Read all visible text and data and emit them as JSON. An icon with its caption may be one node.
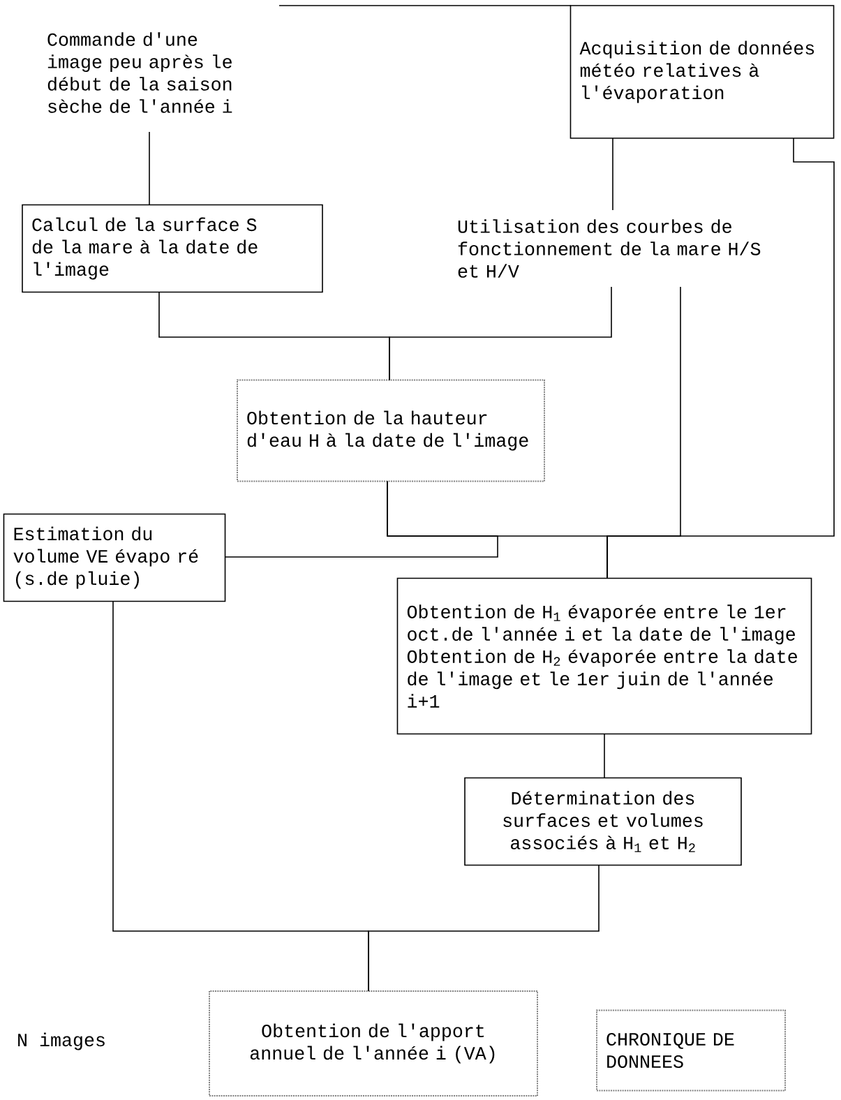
{
  "diagram": {
    "nodes": [
      {
        "text": [
          "Commande d'une image peu après le début de la saison sèche de l'année i"
        ]
      },
      {
        "text": [
          "Acquisition de données météo relatives à l'évaporation"
        ]
      },
      {
        "text": [
          "Calcul de la surface S de la mare à la date de l'image"
        ]
      },
      {
        "text": [
          "Utilisation des courbes de fonctionnement de la mare H/S et H/V"
        ]
      },
      {
        "text": [
          "Obtention de la hauteur d'eau H à la date de l'image"
        ]
      },
      {
        "text": [
          "Estimation du volume VE évapo ré (s.de pluie)"
        ]
      },
      {
        "text": [
          "Obtention de H$_{1}$ évaporée entre le 1er oct.de l'année i et la date de l'image",
          "Obtention de H$_{2}$ évaporée entre la date de l'image et le 1er juin de l'année i+1"
        ]
      },
      {
        "text": [
          "Détermination des surfaces et volumes associés à H$_{1}$ et H$_{2}$"
        ]
      },
      {
        "text": [
          "Obtention de l'apport annuel de l'année i (VA)"
        ]
      },
      {
        "text": [
          "CHRONIQUE DE DONNEES"
        ]
      }
    ],
    "edges": [
      {
        "from": 0,
        "to": 2,
        "arrow": "none"
      },
      {
        "from": 1,
        "to": 3,
        "arrow": "none"
      },
      {
        "from": 2,
        "to": 4,
        "arrow": "none"
      },
      {
        "from": 3,
        "to": 4,
        "arrow": "none"
      },
      {
        "from": 4,
        "to": 5,
        "arrow": "none"
      },
      {
        "from": 4,
        "to": 6,
        "arrow": "none"
      },
      {
        "from": 3,
        "to": 6,
        "arrow": "none"
      },
      {
        "from": 1,
        "to": 6,
        "arrow": "none"
      },
      {
        "from": 6,
        "to": 7,
        "arrow": "none"
      },
      {
        "from": 5,
        "to": 8,
        "arrow": "none"
      },
      {
        "from": 7,
        "to": 8,
        "arrow": "none"
      }
    ],
    "labels": [
      "N images"
    ]
  }
}
